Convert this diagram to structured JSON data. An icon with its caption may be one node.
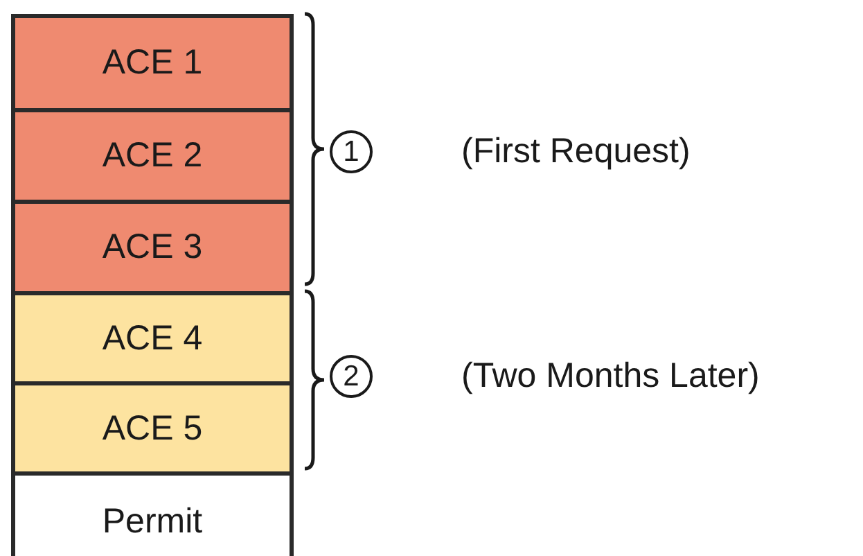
{
  "diagram": {
    "nodes": [
      {
        "text": [
          "ACE 1"
        ]
      },
      {
        "text": [
          "ACE 2"
        ]
      },
      {
        "text": [
          "ACE 3"
        ]
      },
      {
        "text": [
          "ACE 4"
        ]
      },
      {
        "text": [
          "ACE 5"
        ]
      },
      {
        "text": [
          "Permit"
        ]
      },
      {
        "text": [
          "1"
        ],
        "beside": [
          "(First Request)"
        ]
      },
      {
        "text": [
          "2"
        ],
        "beside": [
          "(Two Months Later)"
        ]
      }
    ]
  }
}
